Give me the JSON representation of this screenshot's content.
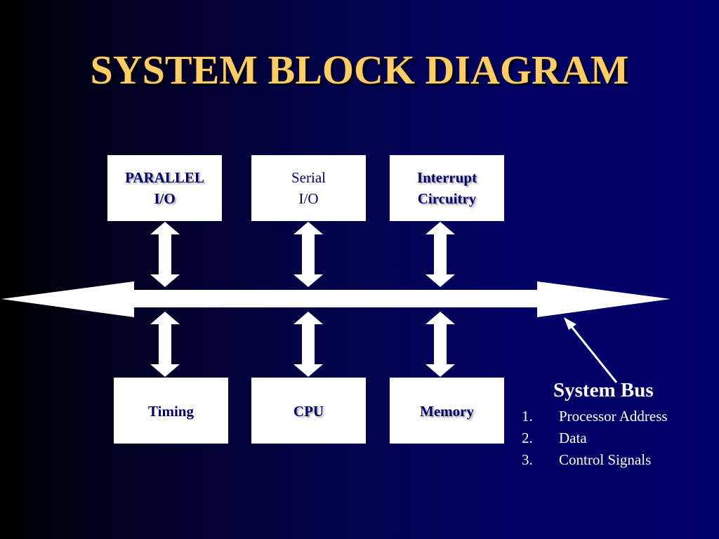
{
  "slide": {
    "title": "SYSTEM BLOCK DIAGRAM"
  },
  "colors": {
    "title": "#ffcc66",
    "box_fill": "#ffffff",
    "box_text": "#000066",
    "arrows": "#ffffff",
    "legend_text": "#ffffff",
    "background_left": "#000000",
    "background_right": "#01016a"
  },
  "blocks": {
    "top": [
      {
        "lines": [
          "PARALLEL",
          "I/O"
        ],
        "shadow": true
      },
      {
        "lines": [
          "Serial",
          "I/O"
        ],
        "shadow": false
      },
      {
        "lines": [
          "Interrupt",
          "Circuitry"
        ],
        "shadow": true
      }
    ],
    "bottom": [
      {
        "lines": [
          "Timing"
        ],
        "shadow": false
      },
      {
        "lines": [
          "CPU"
        ],
        "shadow": true
      },
      {
        "lines": [
          "Memory"
        ],
        "shadow": true
      }
    ]
  },
  "bus": {
    "label": "System Bus",
    "direction": "bidirectional",
    "items": [
      {
        "num": "1.",
        "text": "Processor Address"
      },
      {
        "num": "2.",
        "text": "Data"
      },
      {
        "num": "3.",
        "text": "Control Signals"
      }
    ]
  }
}
